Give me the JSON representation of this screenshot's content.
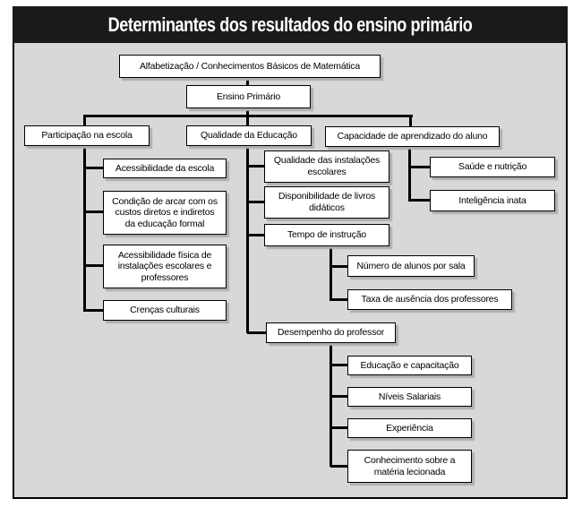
{
  "title": "Determinantes dos resultados do ensino primário",
  "colors": {
    "background": "#d8d8d8",
    "title_bar": "#1a1a1a",
    "title_text": "#ffffff",
    "box_fill": "#ffffff",
    "box_border": "#000000",
    "line": "#000000",
    "shadow": "#aeaeae"
  },
  "nodes": {
    "alfabetizacao": "Alfabetização / Conhecimentos Básicos de Matemática",
    "ensino_primario": "Ensino Primário",
    "participacao": "Participação na escola",
    "qualidade_educacao": "Qualidade da Educação",
    "capacidade_aprendizado": "Capacidade de aprendizado do aluno",
    "acessibilidade_escola": "Acessibilidade da escola",
    "condicao_custos": "Condição de arcar com os\ncustos diretos e indiretos\nda educação formal",
    "acessibilidade_fisica": "Acessibilidade física de\ninstalações escolares e\nprofessores",
    "crencas_culturais": "Crenças culturais",
    "qualidade_instalacoes": "Qualidade das instalações\nescolares",
    "disponibilidade_livros": "Disponibilidade de livros\ndidáticos",
    "tempo_instrucao": "Tempo de instrução",
    "desempenho_professor": "Desempenho do professor",
    "numero_alunos": "Número de alunos por sala",
    "taxa_ausencia": "Taxa de ausência dos professores",
    "educacao_capacitacao": "Educação e capacitação",
    "niveis_salariais": "Níveis Salariais",
    "experiencia": "Experiência",
    "conhecimento_materia": "Conhecimento sobre a\nmatéria lecionada",
    "saude_nutricao": "Saúde e nutrição",
    "inteligencia_inata": "Inteligência inata"
  }
}
